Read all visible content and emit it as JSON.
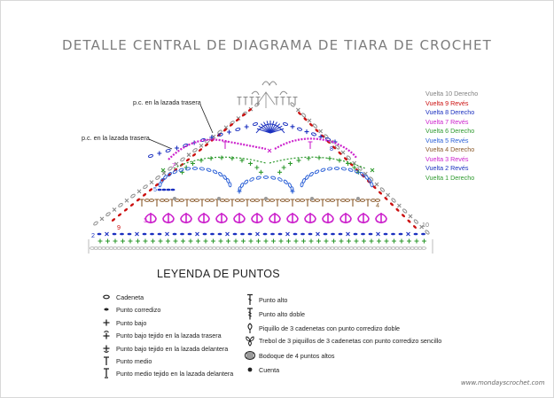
{
  "title": "DETALLE CENTRAL DE DIAGRAMA DE TIARA DE CROCHET",
  "notes": {
    "upper": "p.c. en la lazada trasera",
    "lower": "p.c. en la lazada trasera"
  },
  "row_numbers": {
    "r2": "2",
    "r3": "3",
    "r4": "4",
    "r5": "5",
    "r7": "7",
    "r8": "8",
    "r9": "9",
    "r10": "10"
  },
  "rows": [
    {
      "label": "Vuelta 10 Derecho",
      "color": "#808080"
    },
    {
      "label": "Vuelta 9 Revés",
      "color": "#cc1111"
    },
    {
      "label": "Vuelta 8 Derecho",
      "color": "#1a2fbf"
    },
    {
      "label": "Vuelta 7 Revés",
      "color": "#cc22cc"
    },
    {
      "label": "Vuelta 6 Derecho",
      "color": "#2f9a2f"
    },
    {
      "label": "Vuelta 5 Revés",
      "color": "#2a5fd6"
    },
    {
      "label": "Vuelta 4 Derecho",
      "color": "#8a5a2b"
    },
    {
      "label": "Vuelta 3 Revés",
      "color": "#cc22cc"
    },
    {
      "label": "Vuelta 2 Revés",
      "color": "#1a2fbf"
    },
    {
      "label": "Vuelta 1 Derecho",
      "color": "#2f9a2f"
    }
  ],
  "legend": {
    "title": "LEYENDA DE PUNTOS",
    "left": [
      {
        "icon": "chain-icon",
        "label": "Cadeneta"
      },
      {
        "icon": "slip-stitch-icon",
        "label": "Punto corredizo"
      },
      {
        "icon": "single-crochet-icon",
        "label": "Punto bajo"
      },
      {
        "icon": "sc-back-loop-icon",
        "label": "Punto bajo tejido en la lazada trasera"
      },
      {
        "icon": "sc-front-loop-icon",
        "label": "Punto bajo tejido en la lazada delantera"
      },
      {
        "icon": "half-double-icon",
        "label": "Punto medio"
      },
      {
        "icon": "hdc-front-loop-icon",
        "label": "Punto medio tejido en la lazada delantera"
      }
    ],
    "right": [
      {
        "icon": "double-crochet-icon",
        "label": "Punto alto"
      },
      {
        "icon": "treble-crochet-icon",
        "label": "Punto alto doble"
      },
      {
        "icon": "picot-icon",
        "label": "Piquillo de 3 cadenetas con punto corredizo doble"
      },
      {
        "icon": "trefoil-icon",
        "label": "Trebol de 3 piquillos de 3 cadenetas con punto corredizo sencillo"
      },
      {
        "icon": "bobble-icon",
        "label": "Bodoque de 4 puntos altos"
      },
      {
        "icon": "bead-icon",
        "label": "Cuenta"
      }
    ]
  },
  "website": "www.mondayscrochet.com"
}
